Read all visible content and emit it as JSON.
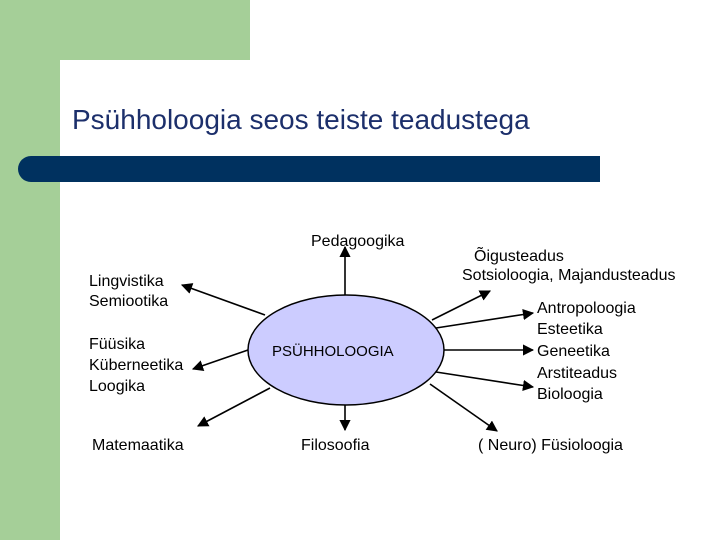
{
  "slide": {
    "title": "Psühholoogia seos teiste teadustega"
  },
  "diagram": {
    "center": "PSÜHHOLOOGIA",
    "center_color": "#ccccff",
    "accent_color": "#1c2f6b",
    "nodes": {
      "pedagoogika": "Pedagoogika",
      "oigus": [
        "Õigusteadus",
        "Sotsioloogia, Majandusteadus"
      ],
      "lingvistika": [
        "Lingvistika",
        "Semiootika"
      ],
      "antropoloogia": [
        "Antropoloogia",
        "Esteetika",
        "Geneetika",
        "Arstiteadus",
        "Bioloogia"
      ],
      "fyysika": [
        "Füüsika",
        "Küberneetika",
        "Loogika"
      ],
      "matemaatika": "Matemaatika",
      "filosoofia": "Filosoofia",
      "fysioloogia": "( Neuro) Füsioloogia"
    }
  }
}
